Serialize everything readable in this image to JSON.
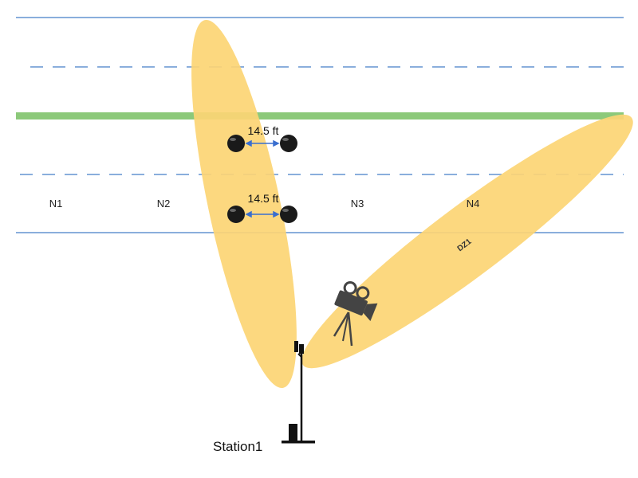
{
  "colors": {
    "lane_line": "#8aaedc",
    "lane_dash": "#8aaedc",
    "median": "#8cc97a",
    "beam": "#fcd575",
    "arrow": "#3a6fcf",
    "sensor": "#1a1a1a",
    "equipment": "#111111"
  },
  "zones": [
    "N1",
    "N2",
    "N3",
    "N4"
  ],
  "distances": [
    "14.5 ft",
    "14.5 ft"
  ],
  "beam_label": "DZ1",
  "station": {
    "label": "Station1"
  },
  "icons": {
    "camera": "video-camera-icon",
    "sensor": "sensor-puck-icon",
    "radar": "radar-head-icon"
  }
}
